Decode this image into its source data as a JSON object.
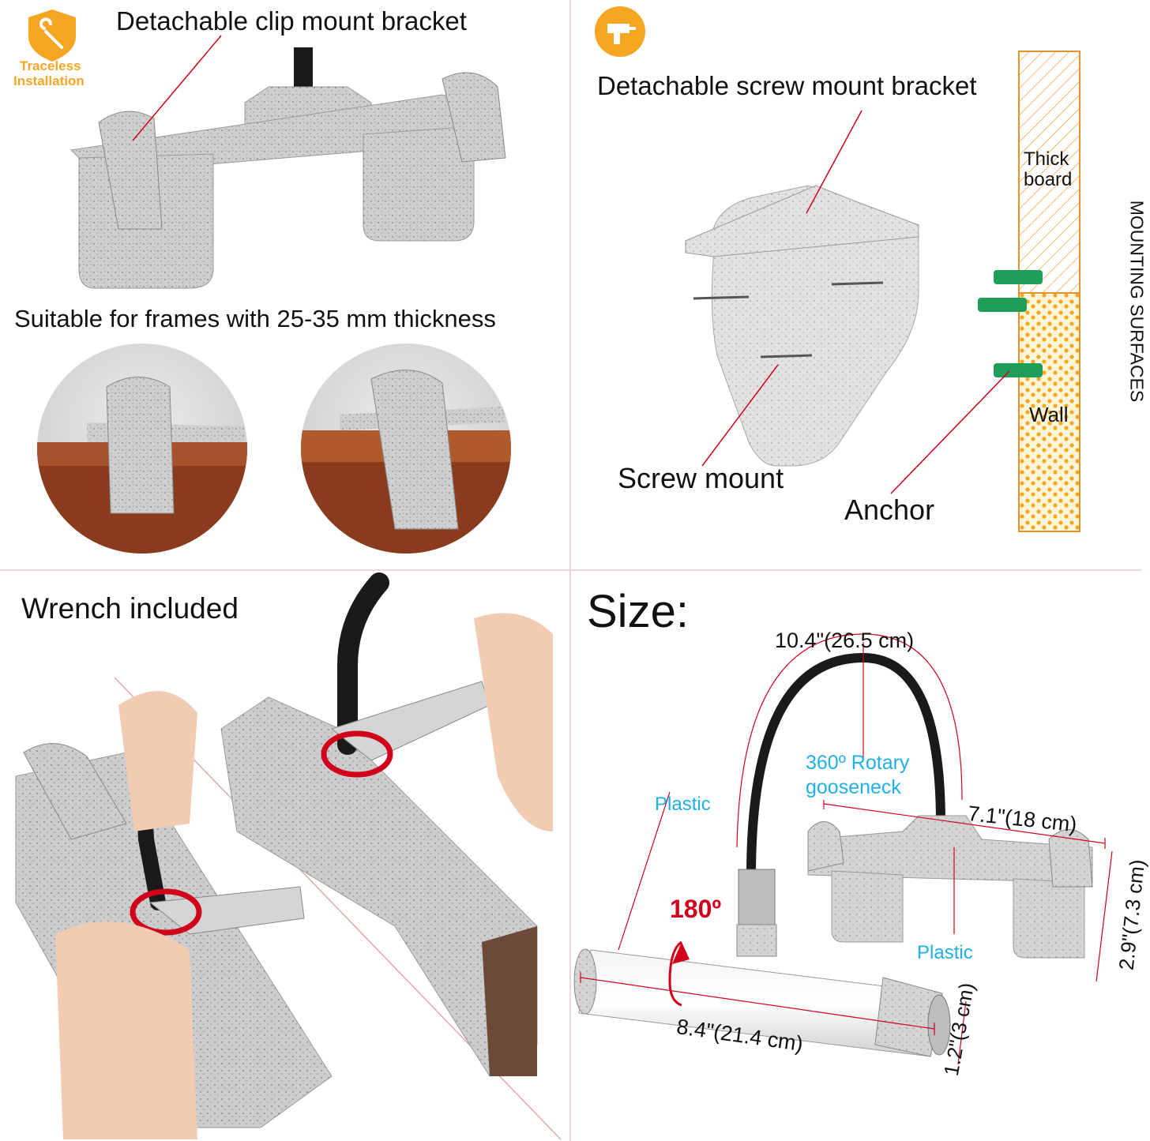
{
  "badges": {
    "traceless_line1": "Traceless",
    "traceless_line2": "Installation"
  },
  "panel_clip": {
    "title": "Detachable clip mount bracket",
    "caption": "Suitable for frames with 25-35 mm thickness"
  },
  "panel_screw": {
    "title": "Detachable screw mount bracket",
    "thick_board_line1": "Thick",
    "thick_board_line2": "board",
    "wall": "Wall",
    "mounting_surfaces": "MOUNTING SURFACES",
    "screw_mount": "Screw mount",
    "anchor": "Anchor"
  },
  "panel_wrench": {
    "title": "Wrench included"
  },
  "panel_size": {
    "title": "Size:",
    "gooseneck_length": "10.4\"(26.5 cm)",
    "gooseneck_line1": "360º Rotary",
    "gooseneck_line2": "gooseneck",
    "plastic_left": "Plastic",
    "plastic_right": "Plastic",
    "bracket_width": "7.1\"(18 cm)",
    "bracket_height": "2.9\"(7.3 cm)",
    "rotation": "180º",
    "bar_length": "8.4\"(21.4 cm)",
    "bar_diameter": "1.2\"(3 cm)"
  },
  "colors": {
    "orange": "#f5a623",
    "red_line": "#d0021b",
    "cyan_label": "#1fb0e8",
    "anchor_green": "#1f9e5a",
    "metal": "#c9c9c9"
  }
}
